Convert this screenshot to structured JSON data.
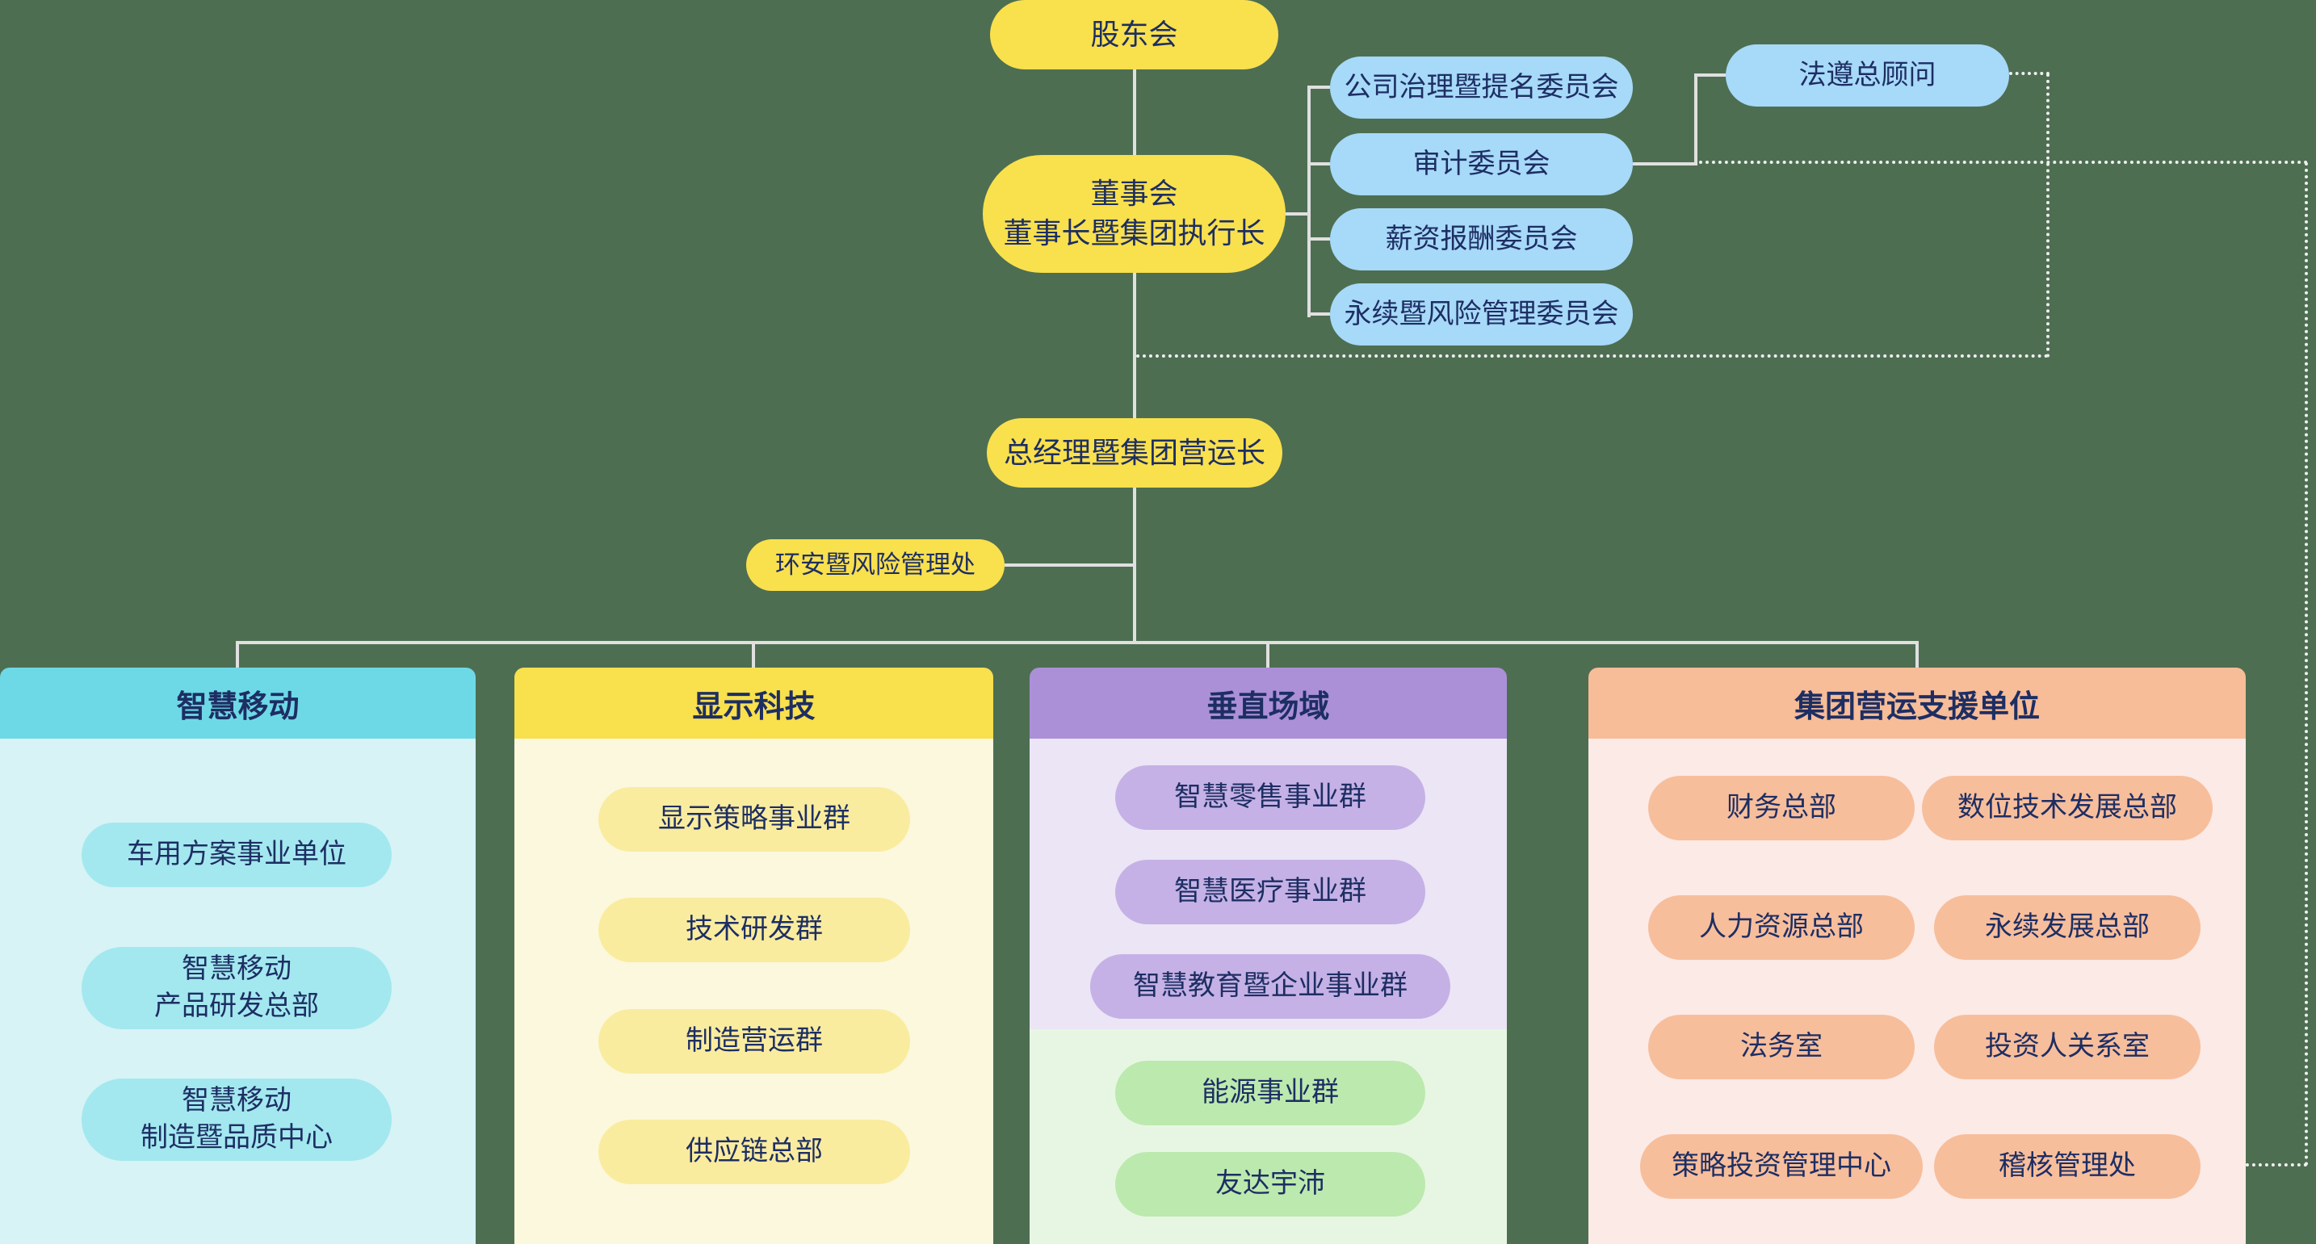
{
  "palette": {
    "background": "#4E6E52",
    "text": "#1D2E63",
    "solid_line": "#E0E0E0",
    "dotted_line": "#EFEFEF",
    "yellow_node": "#F9E04D",
    "blue_node": "#A7D9F8",
    "smart_mobility_header": "#6ED9E6",
    "smart_mobility_body": "#D7F3F6",
    "smart_mobility_pill": "#A3E8EF",
    "display_tech_header": "#F9E04D",
    "display_tech_body": "#FCF8DE",
    "display_tech_pill": "#FAEC9F",
    "vertical_domains_header": "#AB90D8",
    "vertical_domains_body": "#EBE5F6",
    "vertical_domains_pill": "#C5B1E5",
    "energy_body": "#E7F6E3",
    "energy_pill": "#BCE9AE",
    "corporate_support_header": "#F7BC98",
    "corporate_support_body": "#FCEAE6",
    "corporate_support_pill": "#F7BE9C"
  },
  "org": {
    "shareholders": "股东会",
    "board": {
      "line1": "董事会",
      "line2": "董事长暨集团执行长"
    },
    "committees": {
      "governance": "公司治理暨提名委员会",
      "audit": "审计委员会",
      "compensation": "薪资报酬委员会",
      "sustainability_risk": "永续暨风险管理委员会"
    },
    "compliance_advisor": "法遵总顾问",
    "coo": "总经理暨集团营运长",
    "ehs": "环安暨风险管理处"
  },
  "groups": {
    "smart_mobility": {
      "title": "智慧移动",
      "units": [
        {
          "line1": "车用方案事业单位"
        },
        {
          "line1": "智慧移动",
          "line2": "产品研发总部"
        },
        {
          "line1": "智慧移动",
          "line2": "制造暨品质中心"
        }
      ]
    },
    "display_tech": {
      "title": "显示科技",
      "units": [
        {
          "line1": "显示策略事业群"
        },
        {
          "line1": "技术研发群"
        },
        {
          "line1": "制造营运群"
        },
        {
          "line1": "供应链总部"
        }
      ]
    },
    "vertical_domains": {
      "title": "垂直场域",
      "units": [
        {
          "line1": "智慧零售事业群"
        },
        {
          "line1": "智慧医疗事业群"
        },
        {
          "line1": "智慧教育暨企业事业群"
        }
      ],
      "energy_units": [
        {
          "line1": "能源事业群"
        },
        {
          "line1": "友达宇沛"
        }
      ]
    },
    "corporate_support": {
      "title": "集团营运支援单位",
      "left_units": [
        {
          "line1": "财务总部"
        },
        {
          "line1": "人力资源总部"
        },
        {
          "line1": "法务室"
        },
        {
          "line1": "策略投资管理中心"
        }
      ],
      "right_units": [
        {
          "line1": "数位技术发展总部"
        },
        {
          "line1": "永续发展总部"
        },
        {
          "line1": "投资人关系室"
        },
        {
          "line1": "稽核管理处"
        }
      ]
    }
  }
}
